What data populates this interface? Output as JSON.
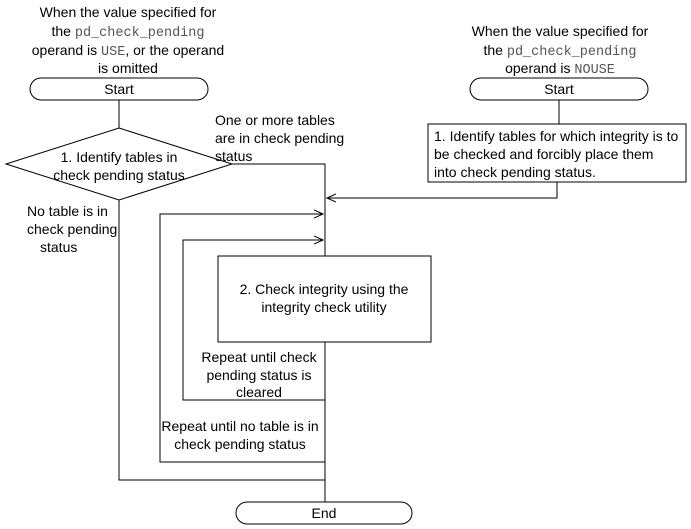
{
  "left_header": {
    "line1": "When the value specified for",
    "line2_pre": "the ",
    "line2_code": "pd_check_pending",
    "line3_pre": "operand is ",
    "line3_code": "USE",
    "line3_post": ", or the operand",
    "line4": "is omitted"
  },
  "right_header": {
    "line1": "When the value specified for",
    "line2_pre": "the ",
    "line2_code": "pd_check_pending",
    "line3_pre": "operand is ",
    "line3_code": "NOUSE"
  },
  "start_left": "Start",
  "start_right": "Start",
  "decision": {
    "line1": "1. Identify tables in",
    "line2": "check pending status"
  },
  "branch_yes": {
    "line1": "One or more tables",
    "line2": "are in check pending",
    "line3": "status"
  },
  "branch_no": {
    "line1": "No table is in",
    "line2": "check pending",
    "line3": "status"
  },
  "right_process": {
    "line1": "1. Identify tables for which integrity is to",
    "line2": "be checked and forcibly place them",
    "line3": "into check pending status."
  },
  "check_process": {
    "line1": "2. Check integrity using the",
    "line2": "integrity check utility"
  },
  "inner_loop": {
    "line1": "Repeat until check",
    "line2": "pending status is",
    "line3": "cleared"
  },
  "outer_loop": {
    "line1": "Repeat until no table is in",
    "line2": "check pending status"
  },
  "end": "End"
}
